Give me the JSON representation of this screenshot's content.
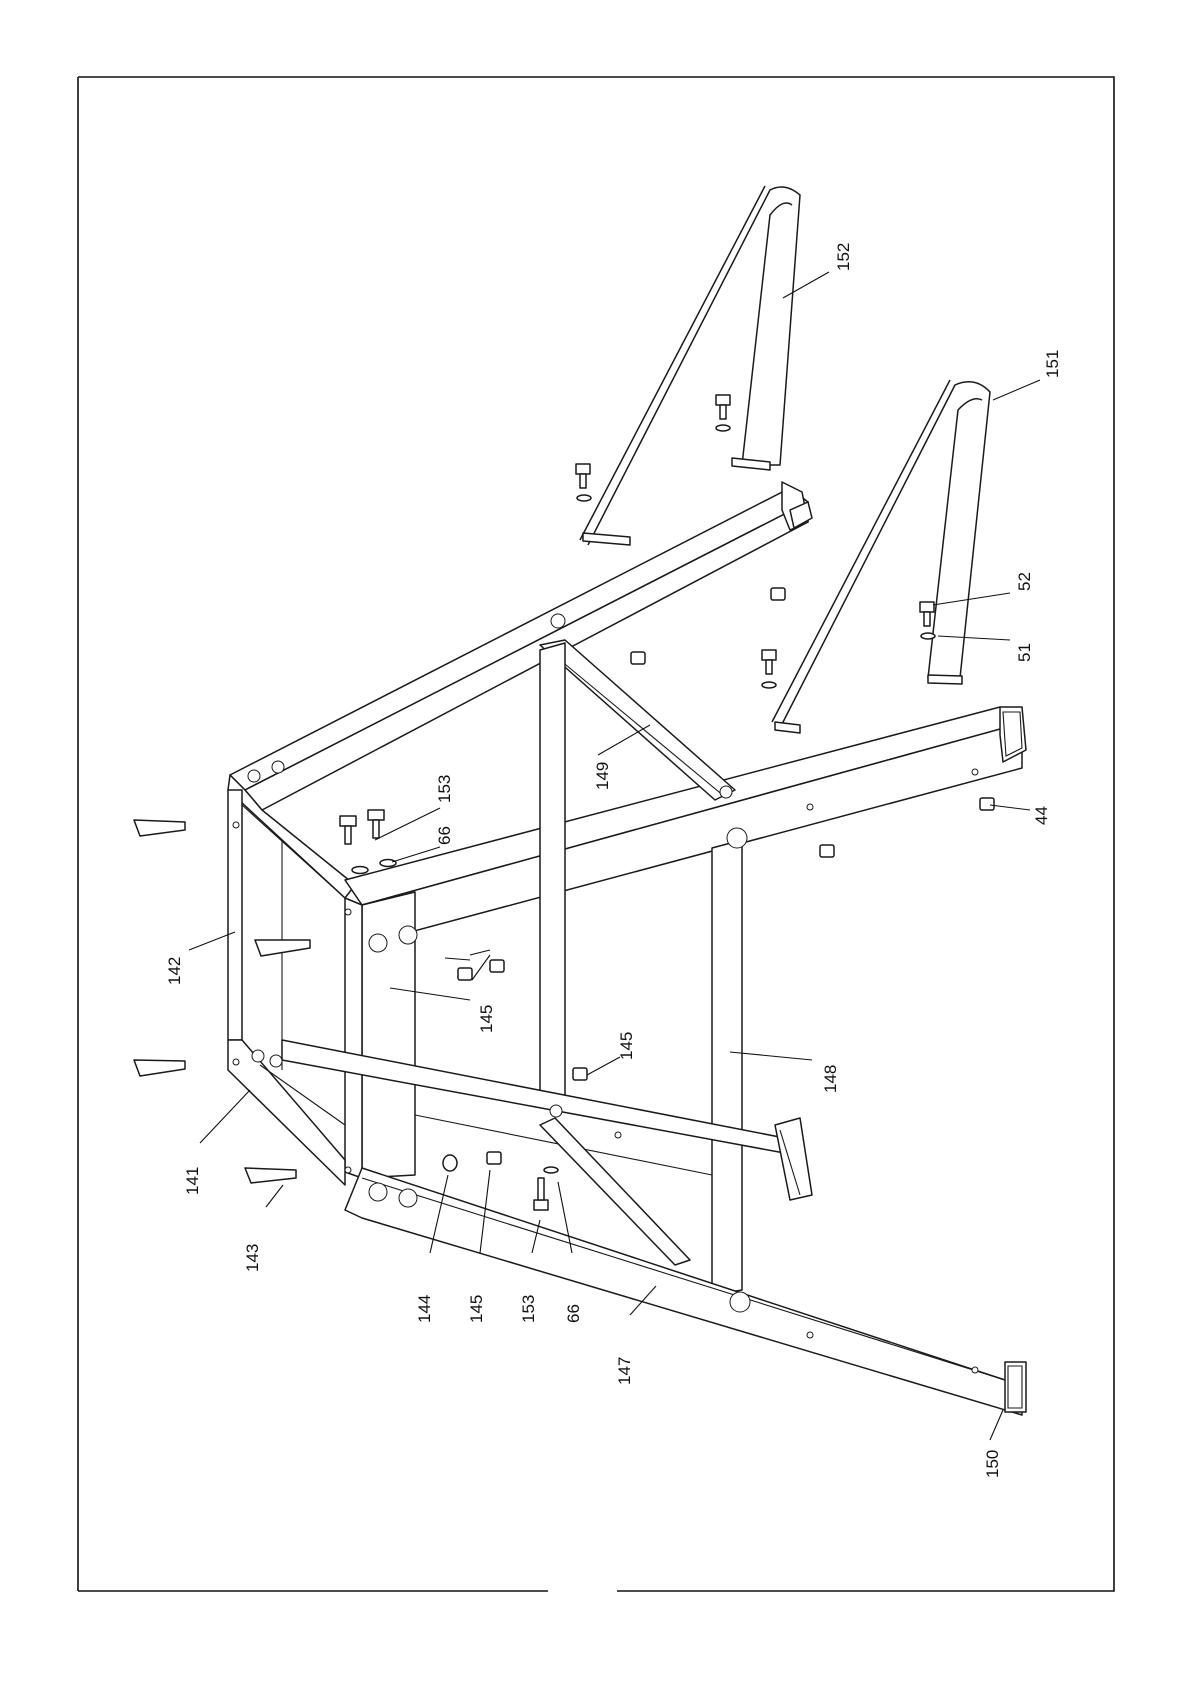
{
  "figure": {
    "callouts": [
      {
        "id": "c152a",
        "text": "152"
      },
      {
        "id": "c151",
        "text": "151"
      },
      {
        "id": "c52",
        "text": "52"
      },
      {
        "id": "c51",
        "text": "51"
      },
      {
        "id": "c153a",
        "text": "153"
      },
      {
        "id": "c66a",
        "text": "66"
      },
      {
        "id": "c149",
        "text": "149"
      },
      {
        "id": "c44",
        "text": "44"
      },
      {
        "id": "c142",
        "text": "142"
      },
      {
        "id": "c145a",
        "text": "145"
      },
      {
        "id": "c145b",
        "text": "145"
      },
      {
        "id": "c148",
        "text": "148"
      },
      {
        "id": "c141",
        "text": "141"
      },
      {
        "id": "c143",
        "text": "143"
      },
      {
        "id": "c144",
        "text": "144"
      },
      {
        "id": "c145c",
        "text": "145"
      },
      {
        "id": "c153b",
        "text": "153"
      },
      {
        "id": "c66b",
        "text": "66"
      },
      {
        "id": "c147",
        "text": "147"
      },
      {
        "id": "c150",
        "text": "150"
      }
    ]
  }
}
